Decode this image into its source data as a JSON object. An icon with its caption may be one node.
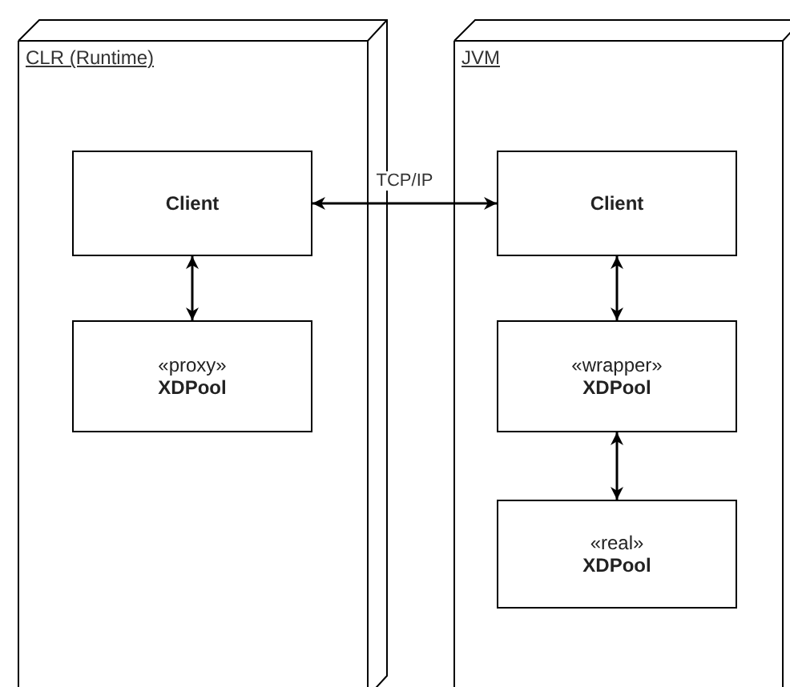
{
  "diagram": {
    "nodes": [
      {
        "text": [
          "CLR (Runtime)"
        ]
      },
      {
        "text": [
          "Client"
        ],
        "in": 0
      },
      {
        "text": [
          "«proxy»",
          "XDPool"
        ],
        "in": 0
      },
      {
        "text": [
          "JVM"
        ]
      },
      {
        "text": [
          "Client"
        ],
        "in": 3
      },
      {
        "text": [
          "«wrapper»",
          "XDPool"
        ],
        "in": 3
      },
      {
        "text": [
          "«real»",
          "XDPool"
        ],
        "in": 3
      }
    ],
    "edges": [
      {
        "from": 1,
        "to": 4,
        "arrow": "both",
        "label": "TCP/IP"
      },
      {
        "from": 1,
        "to": 2,
        "arrow": "both"
      },
      {
        "from": 4,
        "to": 5,
        "arrow": "both"
      },
      {
        "from": 5,
        "to": 6,
        "arrow": "both"
      }
    ]
  }
}
